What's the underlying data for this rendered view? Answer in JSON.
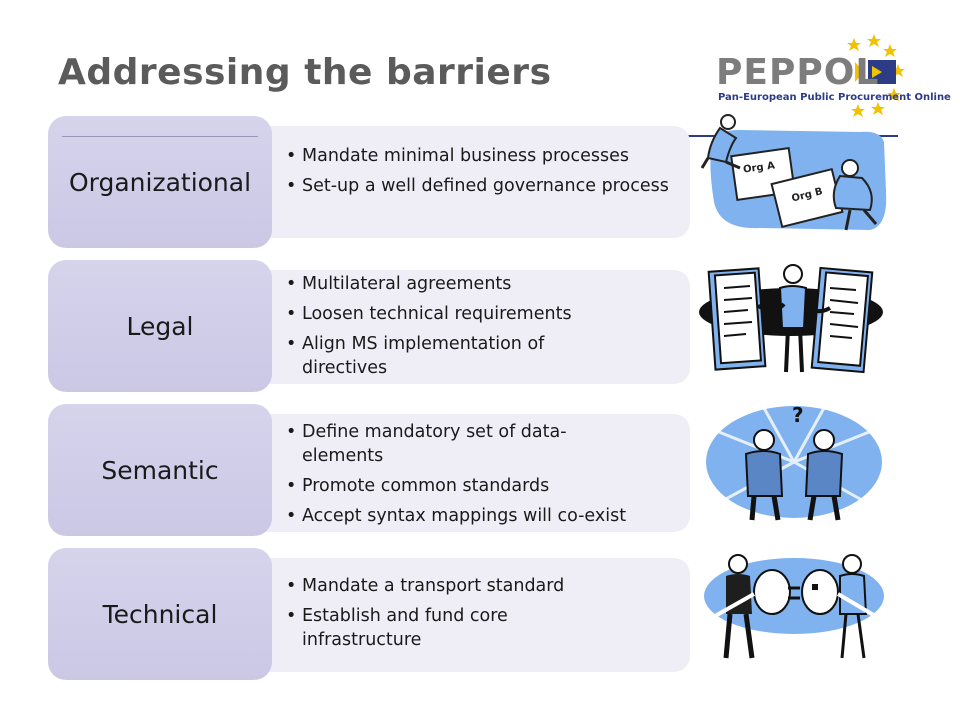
{
  "slide": {
    "title": "Addressing the barriers"
  },
  "logo": {
    "name": "PEPPOL",
    "tagline": "Pan-European Public Procurement Online"
  },
  "rows": [
    {
      "label": "Organizational",
      "bullets": [
        "Mandate minimal business processes",
        "Set-up a well defined governance process"
      ],
      "art_labels": [
        "Org A",
        "Org B"
      ]
    },
    {
      "label": "Legal",
      "bullets": [
        "Multilateral agreements",
        "Loosen technical requirements",
        "Align MS implementation of directives"
      ]
    },
    {
      "label": "Semantic",
      "bullets": [
        "Define mandatory set of data-elements",
        "Promote common standards",
        "Accept syntax mappings will co-exist"
      ]
    },
    {
      "label": "Technical",
      "bullets": [
        "Mandate a transport standard",
        "Establish and fund core infrastructure"
      ]
    }
  ],
  "colors": {
    "title": "#5b5b5b",
    "label_fill": "#cfcce8",
    "content_fill": "#efeef6",
    "accent": "#2c3d86",
    "art_blue": "#7fb2ee"
  }
}
